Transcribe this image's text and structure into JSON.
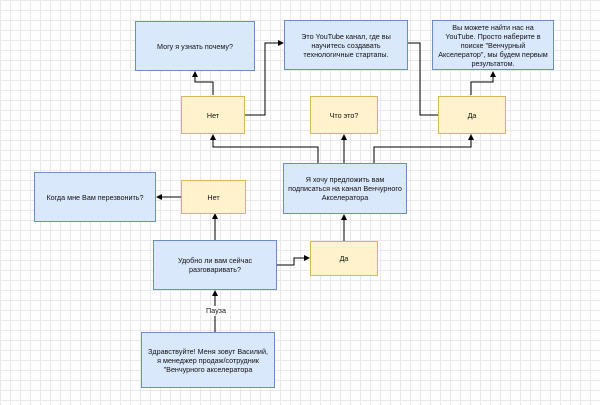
{
  "nodes": {
    "greeting": "Здравствуйте! Меня зовут Василий, я менеджер продаж/сотрудник \"Венчурного акселератора",
    "convenient": "Удобно ли вам сейчас разговаривать?",
    "when_callback": "Когда мне Вам перезвонить?",
    "no_mid": "Нет",
    "yes_mid": "Да",
    "offer": "Я хочу предложить вам подписаться на канал Венчурного Акселератора",
    "no_top": "Нет",
    "what_is": "Что это?",
    "yes_top": "Да",
    "why": "Могу я узнать почему?",
    "channel_info": "Это YouTube канал, где вы научитесь создавать технологичные стартапы.",
    "find_us": "Вы можете найти нас на YouTube. Просто наберите в поиске \"Венчурный Акселератор\", мы будем первым результатом."
  },
  "edge_labels": {
    "pause": "Пауза"
  },
  "colors": {
    "process_fill": "#dae8fc",
    "process_border": "#6c8ebf",
    "answer_fill": "#fff2cc",
    "answer_border": "#d6b656"
  }
}
